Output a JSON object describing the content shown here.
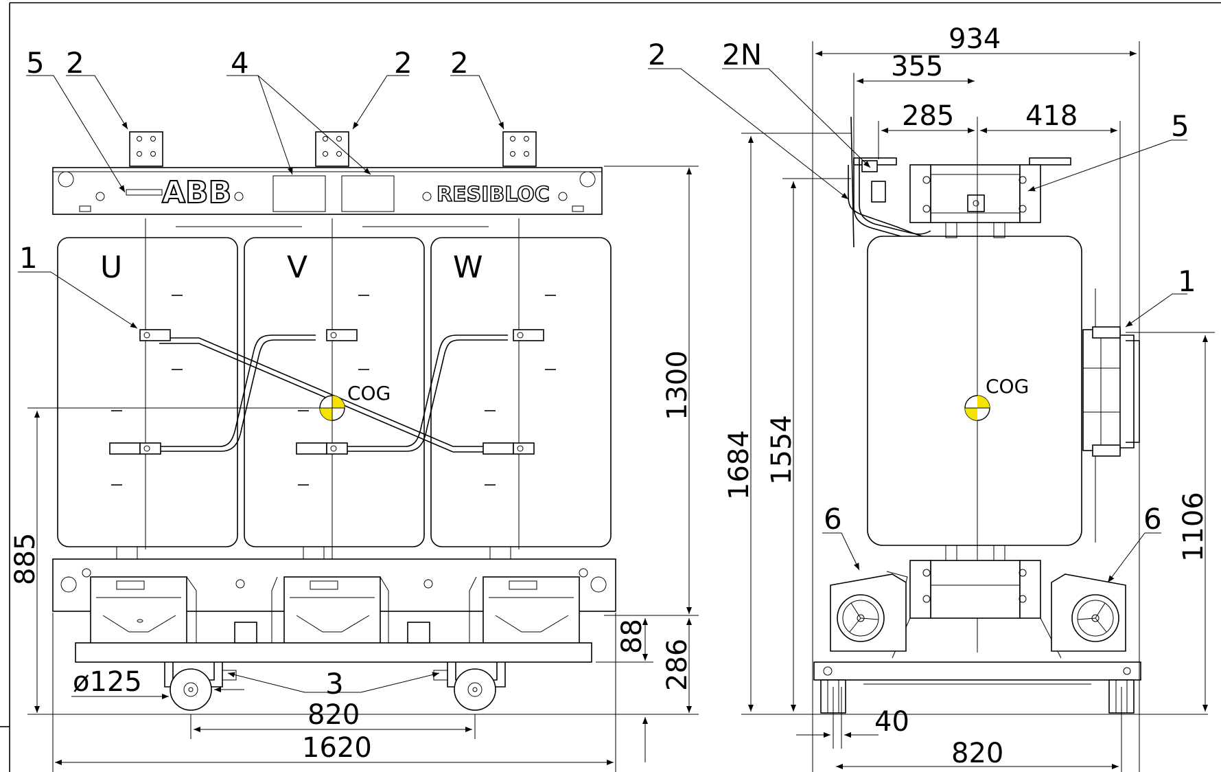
{
  "front_view": {
    "brand_logo": "ABB",
    "product_logo": "RESIBLOC",
    "phases": [
      "U",
      "V",
      "W"
    ],
    "cog_label": "COG",
    "callouts": {
      "c5": "5",
      "c2a": "2",
      "c4": "4",
      "c2b": "2",
      "c2c": "2",
      "c1": "1",
      "c3": "3"
    },
    "dimensions": {
      "d1300": "1300",
      "d885": "885",
      "d88": "88",
      "d286": "286",
      "d820": "820",
      "d1620": "1620",
      "d125": "ø125"
    }
  },
  "side_view": {
    "cog_label": "COG",
    "callouts": {
      "c2": "2",
      "c2n": "2N",
      "c5": "5",
      "c1": "1",
      "c6a": "6",
      "c6b": "6"
    },
    "dimensions": {
      "d934": "934",
      "d355": "355",
      "d285": "285",
      "d418": "418",
      "d1684": "1684",
      "d1554": "1554",
      "d1106": "1106",
      "d40": "40",
      "d820": "820"
    }
  },
  "colors": {
    "line": "#000000",
    "background": "#ffffff",
    "cog_marker": "#f5e400"
  }
}
